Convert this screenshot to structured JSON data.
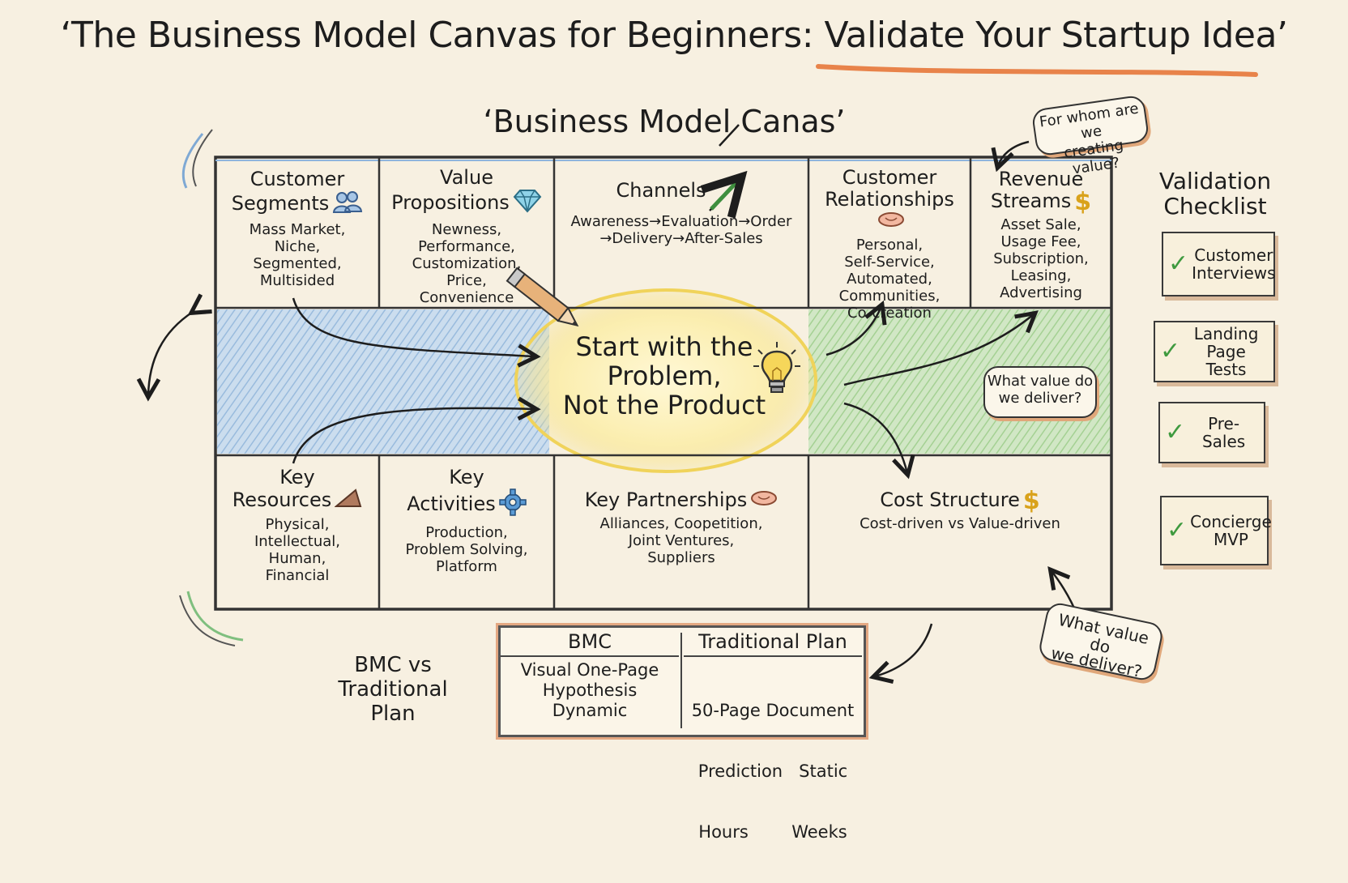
{
  "title": "‘The Business Model Canvas for Beginners: Validate Your Startup Idea’",
  "canvas_title": "‘Business Model Canas’",
  "cells": {
    "customer_segments": {
      "title_line1": "Customer",
      "title_line2": "Segments",
      "items": [
        "Mass Market,",
        "Niche,",
        "Segmented,",
        "Multisided"
      ]
    },
    "value_propositions": {
      "title_line1": "Value",
      "title_line2": "Propositions",
      "items": [
        "Newness,",
        "Performance,",
        "Customization,",
        "Price,",
        "Convenience"
      ]
    },
    "channels": {
      "title": "Channels",
      "line1": "Awareness→Evaluation→Order",
      "line2": "→Delivery→After-Sales"
    },
    "customer_relationships": {
      "title_line1": "Customer",
      "title_line2": "Relationships",
      "items": [
        "Personal,",
        "Self-Service,",
        "Automated,",
        "Communities,",
        "Co-creation"
      ]
    },
    "revenue_streams": {
      "title_line1": "Revenue",
      "title_line2": "Streams",
      "items": [
        "Asset Sale,",
        "Usage Fee,",
        "Subscription,",
        "Leasing,",
        "Advertising"
      ]
    },
    "key_resources": {
      "title_line1": "Key",
      "title_line2": "Resources",
      "items": [
        "Physical,",
        "Intellectual,",
        "Human,",
        "Financial"
      ]
    },
    "key_activities": {
      "title_line1": "Key",
      "title_line2": "Activities",
      "items": [
        "Production,",
        "Problem Solving,",
        "Platform"
      ]
    },
    "key_partnerships": {
      "title": "Key Partnerships",
      "items": [
        "Alliances, Coopetition,",
        "Joint Ventures,",
        "Suppliers"
      ]
    },
    "cost_structure": {
      "title": "Cost Structure",
      "body": "Cost-driven vs Value-driven"
    }
  },
  "center": {
    "line1": "Start with the",
    "line2": "Problem,",
    "line3": "Not the Product"
  },
  "bubbles": {
    "top_right": {
      "line1": "For whom are we",
      "line2": "creating value?"
    },
    "middle_right": {
      "line1": "What value do",
      "line2": "we deliver?"
    },
    "bottom_right": {
      "line1": "What value do",
      "line2": "we deliver?"
    }
  },
  "checklist": {
    "title_line1": "Validation",
    "title_line2": "Checklist",
    "items": [
      {
        "line1": "Customer",
        "line2": "Interviews"
      },
      {
        "line1": "Landing Page",
        "line2": "Tests"
      },
      {
        "line1": "Pre-Sales",
        "line2": ""
      },
      {
        "line1": "Concierge",
        "line2": "MVP"
      }
    ]
  },
  "comparison": {
    "label_line1": "BMC vs",
    "label_line2": "Traditional Plan",
    "bmc": {
      "header": "BMC",
      "items": [
        "Visual One-Page",
        "Hypothesis",
        "Dynamic"
      ]
    },
    "traditional": {
      "header": "Traditional Plan",
      "line1": "50-Page Document",
      "line2": "Prediction   Static",
      "line3": "Hours        Weeks"
    }
  },
  "colors": {
    "blue_fill": "#a9c8e8",
    "green_fill": "#a9d49a",
    "glow": "#f5e27a",
    "underline": "#e8834a",
    "check": "#3f9a3f",
    "paper": "#f7f0e1"
  }
}
